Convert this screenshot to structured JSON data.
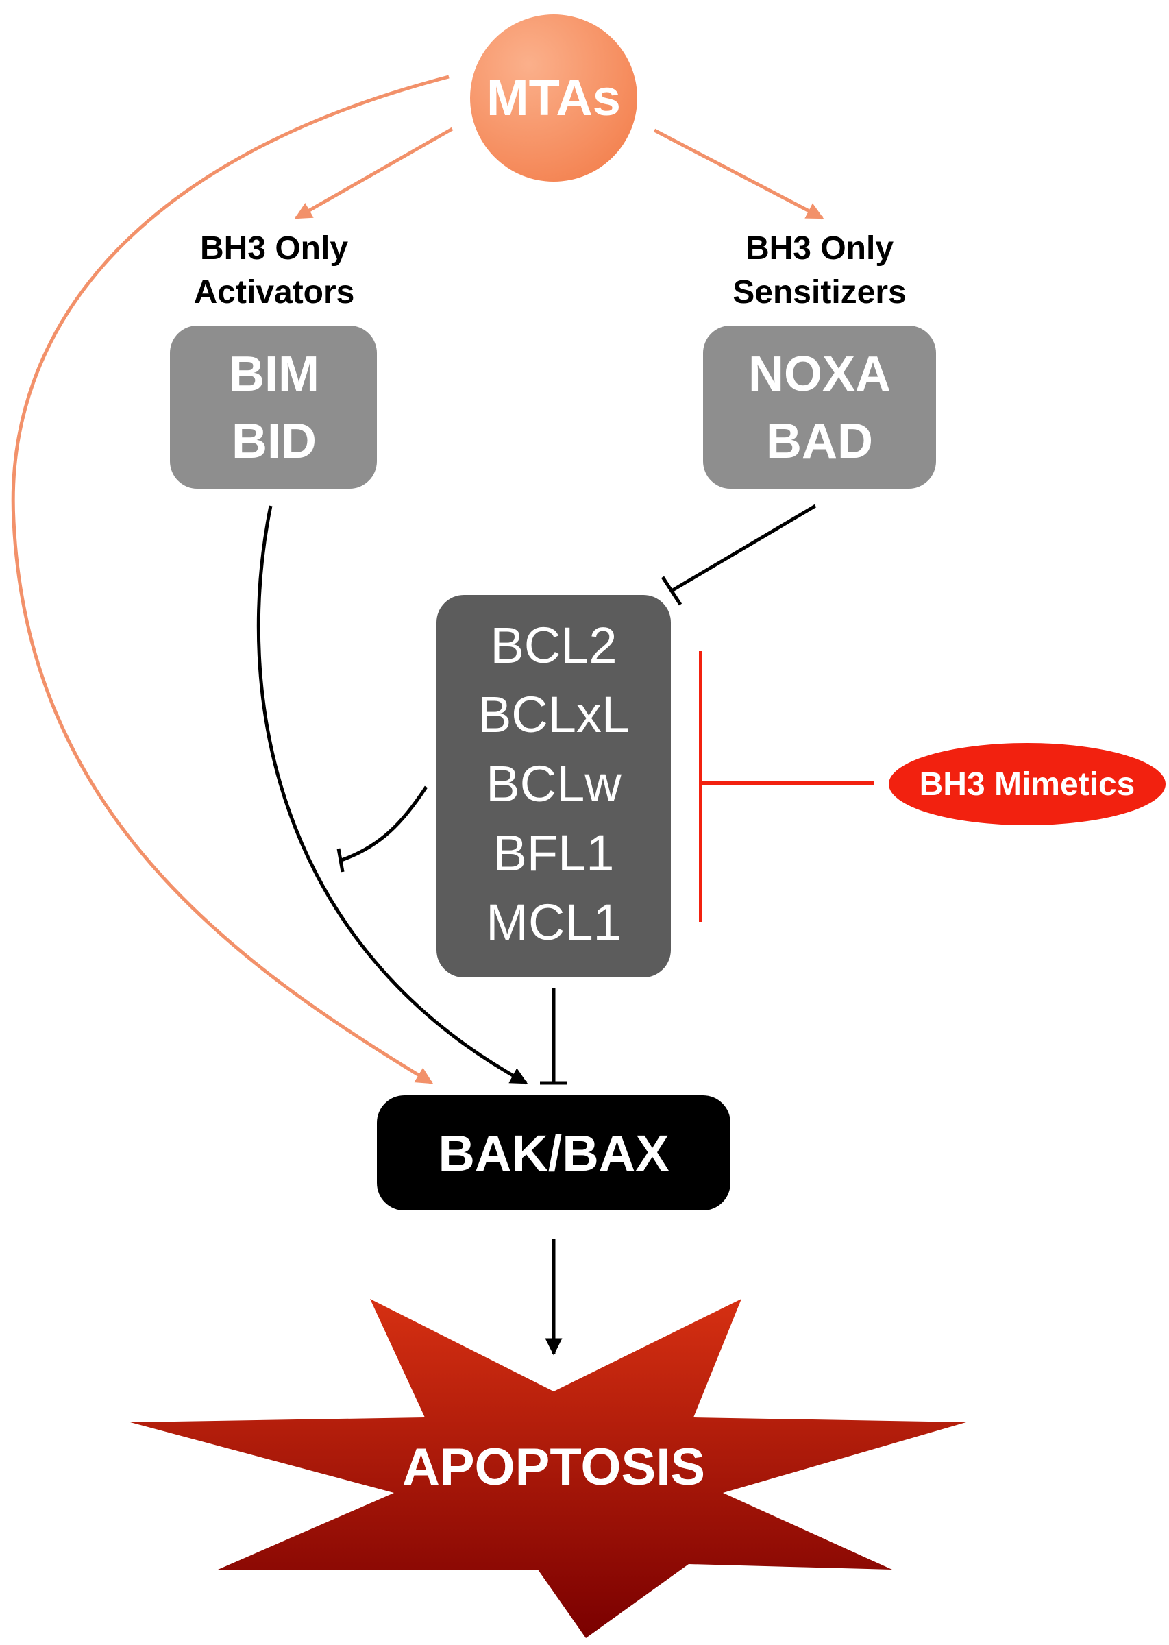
{
  "nodes": {
    "mtas": {
      "label": "MTAs",
      "color": "#f59a6e"
    },
    "activators_header": {
      "line1": "BH3 Only",
      "line2": "Activators"
    },
    "activators_box": {
      "line1": "BIM",
      "line2": "BID",
      "color": "#8e8e8e"
    },
    "sensitizers_header": {
      "line1": "BH3 Only",
      "line2": "Sensitizers"
    },
    "sensitizers_box": {
      "line1": "NOXA",
      "line2": "BAD",
      "color": "#8e8e8e"
    },
    "antiapoptotic_box": {
      "items": [
        "BCL2",
        "BCLxL",
        "BCLw",
        "BFL1",
        "MCL1"
      ],
      "color": "#5c5c5c"
    },
    "bh3_mimetics": {
      "label": "BH3 Mimetics",
      "color": "#f2210f"
    },
    "bak_bax": {
      "label": "BAK/BAX",
      "color": "#000000"
    },
    "apoptosis": {
      "label": "APOPTOSIS",
      "color_top": "#d63012",
      "color_bottom": "#7a0000"
    }
  },
  "edges": [
    {
      "from": "mtas",
      "to": "activators",
      "type": "activation",
      "color": "#f2916a"
    },
    {
      "from": "mtas",
      "to": "sensitizers",
      "type": "activation",
      "color": "#f2916a"
    },
    {
      "from": "mtas",
      "to": "bak_bax",
      "type": "activation",
      "color": "#f2916a"
    },
    {
      "from": "activators",
      "to": "bak_bax",
      "type": "activation",
      "color": "#000000"
    },
    {
      "from": "sensitizers",
      "to": "antiapoptotic",
      "type": "inhibition",
      "color": "#000000"
    },
    {
      "from": "antiapoptotic",
      "to": "activators_edge",
      "type": "inhibition",
      "color": "#000000"
    },
    {
      "from": "antiapoptotic",
      "to": "bak_bax",
      "type": "inhibition",
      "color": "#000000"
    },
    {
      "from": "bh3_mimetics",
      "to": "antiapoptotic",
      "type": "inhibition",
      "color": "#f2210f"
    },
    {
      "from": "bak_bax",
      "to": "apoptosis",
      "type": "activation",
      "color": "#000000"
    }
  ]
}
